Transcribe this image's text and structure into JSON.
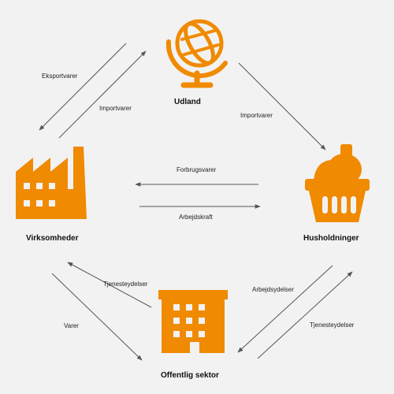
{
  "colors": {
    "icon": "#f08a00",
    "arrow": "#555555",
    "background": "#f2f2f2"
  },
  "nodes": {
    "udland": {
      "label": "Udland",
      "icon": "globe-icon"
    },
    "husholdninger": {
      "label": "Husholdninger",
      "icon": "shopping-basket-icon"
    },
    "virksomheder": {
      "label": "Virksomheder",
      "icon": "factory-icon"
    },
    "offentlig": {
      "label": "Offentlig sektor",
      "icon": "office-building-icon"
    }
  },
  "edges": {
    "eksportvarer": "Eksportvarer",
    "importvarer_left": "Importvarer",
    "importvarer_right": "Importvarer",
    "forbrugsvarer": "Forbrugsvarer",
    "arbejdskraft": "Arbejdskraft",
    "tjenesteydelser_left": "Tjenesteydelser",
    "varer": "Varer",
    "arbejdsydelser": "Arbejdsydelser",
    "tjenesteydelser_right": "Tjenesteydelser"
  }
}
